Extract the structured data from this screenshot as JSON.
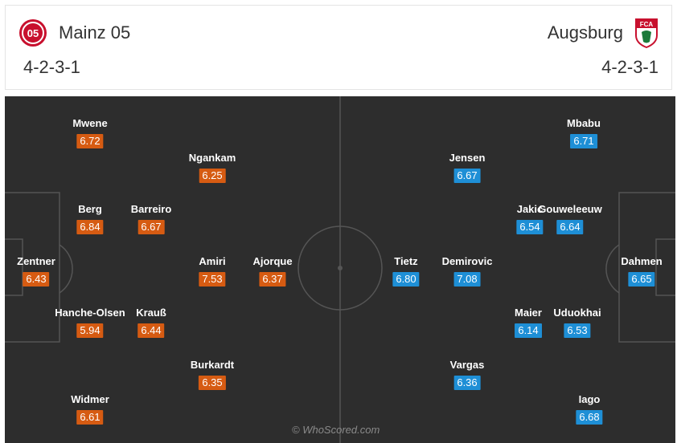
{
  "home": {
    "name": "Mainz 05",
    "formation": "4-2-3-1",
    "logo_icon": "mainz-crest-icon",
    "rating_color": "#d65b12",
    "players": [
      {
        "name": "Zentner",
        "rating": "6.43"
      },
      {
        "name": "Berg",
        "rating": "6.84"
      },
      {
        "name": "Hanche-Olsen",
        "rating": "5.94"
      },
      {
        "name": "Mwene",
        "rating": "6.72"
      },
      {
        "name": "Widmer",
        "rating": "6.61"
      },
      {
        "name": "Barreiro",
        "rating": "6.67"
      },
      {
        "name": "Krauß",
        "rating": "6.44"
      },
      {
        "name": "Ngankam",
        "rating": "6.25"
      },
      {
        "name": "Amiri",
        "rating": "7.53"
      },
      {
        "name": "Burkardt",
        "rating": "6.35"
      },
      {
        "name": "Ajorque",
        "rating": "6.37"
      }
    ]
  },
  "away": {
    "name": "Augsburg",
    "formation": "4-2-3-1",
    "logo_icon": "augsburg-crest-icon",
    "rating_color": "#1e8fd6",
    "players": [
      {
        "name": "Dahmen",
        "rating": "6.65"
      },
      {
        "name": "Mbabu",
        "rating": "6.71"
      },
      {
        "name": "Gouweleeuw",
        "rating": "6.64"
      },
      {
        "name": "Uduokhai",
        "rating": "6.53"
      },
      {
        "name": "Iago",
        "rating": "6.68"
      },
      {
        "name": "Jakic",
        "rating": "6.54"
      },
      {
        "name": "Maier",
        "rating": "6.14"
      },
      {
        "name": "Jensen",
        "rating": "6.67"
      },
      {
        "name": "Demirovic",
        "rating": "7.08"
      },
      {
        "name": "Vargas",
        "rating": "6.36"
      },
      {
        "name": "Tietz",
        "rating": "6.80"
      }
    ]
  },
  "watermark": "© WhoScored.com"
}
